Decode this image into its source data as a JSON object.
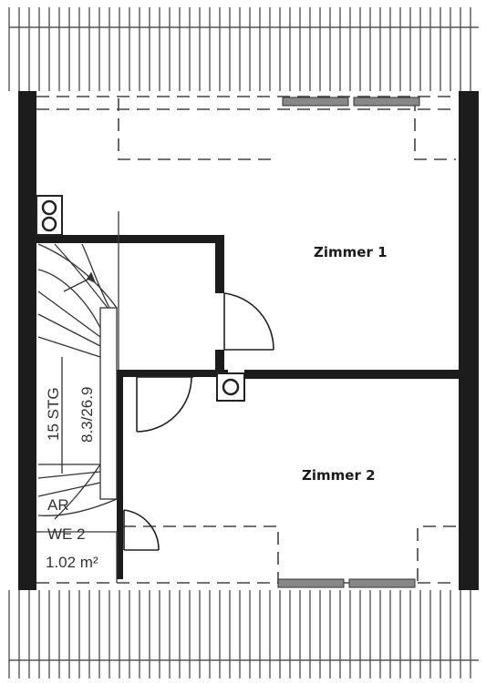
{
  "rooms": {
    "room1": {
      "label": "Zimmer 1"
    },
    "room2": {
      "label": "Zimmer 2"
    }
  },
  "stair": {
    "steps": "15 STG",
    "ratio": "8.3/26.9"
  },
  "storage": {
    "code": "AR",
    "unit": "WE 2",
    "area": "1.02 m²"
  },
  "colors": {
    "wall": "#1c1c1c",
    "line": "#3a3a3a",
    "hatch": "#555555",
    "window": "#6a6a6a"
  }
}
